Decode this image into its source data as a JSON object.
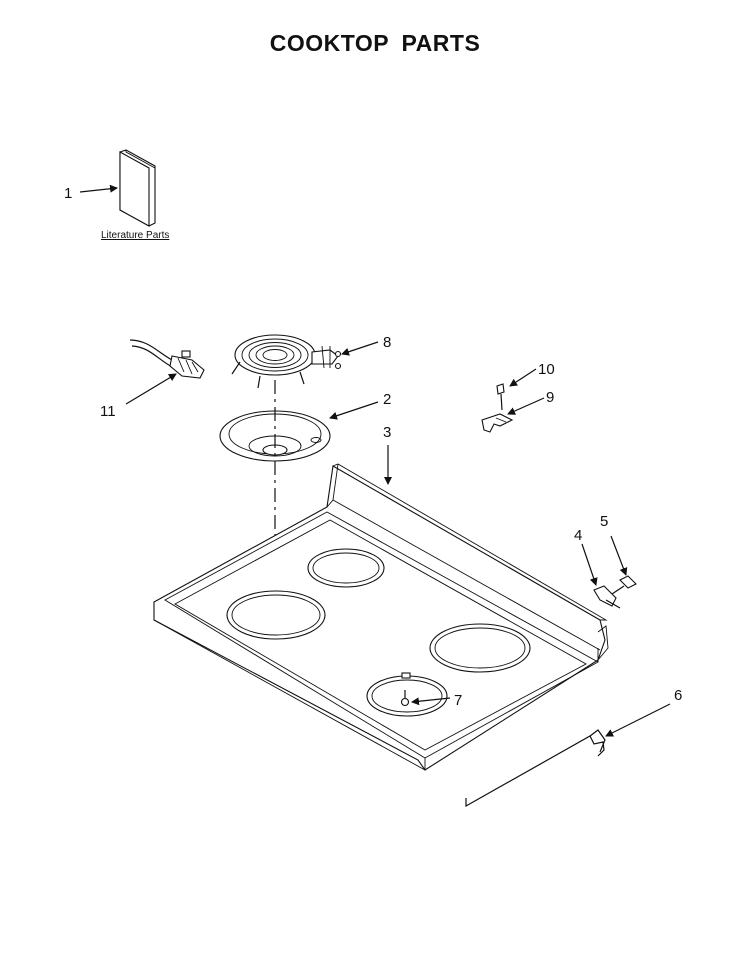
{
  "title": "COOKTOP PARTS",
  "literature_label": "Literature Parts",
  "callouts": [
    {
      "id": "1",
      "label": "1"
    },
    {
      "id": "2",
      "label": "2"
    },
    {
      "id": "3",
      "label": "3"
    },
    {
      "id": "4",
      "label": "4"
    },
    {
      "id": "5",
      "label": "5"
    },
    {
      "id": "6",
      "label": "6"
    },
    {
      "id": "7",
      "label": "7"
    },
    {
      "id": "8",
      "label": "8"
    },
    {
      "id": "9",
      "label": "9"
    },
    {
      "id": "10",
      "label": "10"
    },
    {
      "id": "11",
      "label": "11"
    }
  ]
}
